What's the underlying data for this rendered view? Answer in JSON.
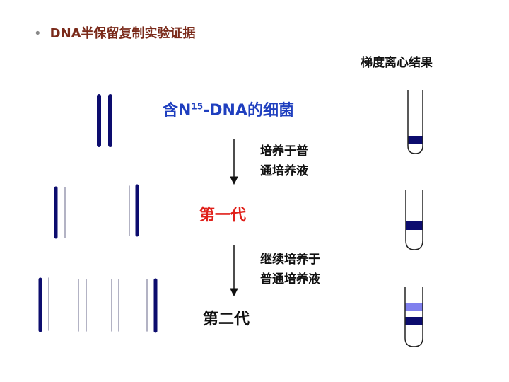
{
  "title": "DNA半保留复制实验证据",
  "result_heading": "梯度离心结果",
  "parent_label": {
    "prefix": "含N",
    "superscript": "15",
    "suffix": "-DNA的细菌"
  },
  "step1": {
    "line1": "培养于普",
    "line2": "通培养液"
  },
  "generation1": "第一代",
  "step2": {
    "line1": "继续培养于",
    "line2": "普通培养液"
  },
  "generation2": "第二代",
  "colors": {
    "heavy": "#0c0c6e",
    "light": "#9a9ab0",
    "hybrid_band": "#0c0c6e",
    "light_band": "#8080ee",
    "title": "#7a2a1a",
    "parent": "#1f3fbf",
    "gen1": "#e0201a"
  }
}
